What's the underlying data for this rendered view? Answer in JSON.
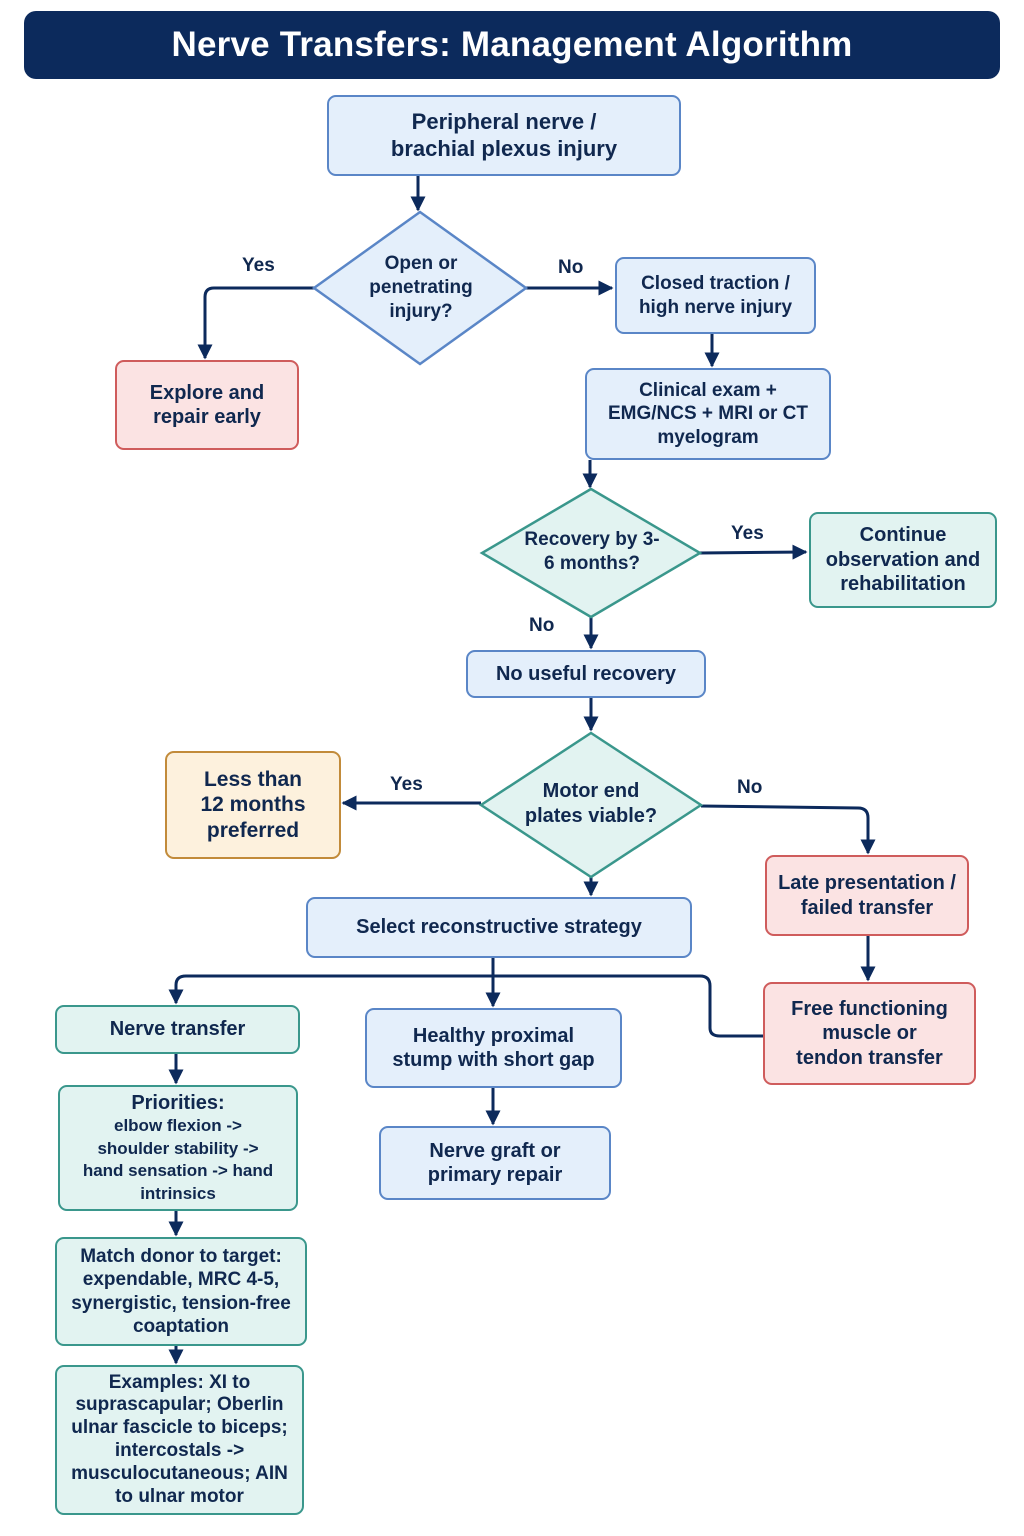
{
  "title": "Nerve Transfers: Management Algorithm",
  "nodes": {
    "start": "Peripheral nerve / brachial plexus injury",
    "open_q": "Open or penetrating injury?",
    "explore": "Explore and repair early",
    "closed": "Closed traction / high nerve injury",
    "exam": "Clinical exam + EMG/NCS + MRI or CT myelogram",
    "recovery_q": "Recovery by 3-6 months?",
    "continue": "Continue observation and rehabilitation",
    "no_recovery": "No useful recovery",
    "motor_q": "Motor end plates viable?",
    "less_than": "Less than 12 months preferred",
    "late": "Late presentation / failed transfer",
    "select": "Select reconstructive strategy",
    "free": "Free functioning muscle or tendon transfer",
    "nerve_transfer": "Nerve transfer",
    "healthy": "Healthy proximal stump with short gap",
    "graft": "Nerve graft or primary repair",
    "priorities_title": "Priorities:",
    "priorities_body": "elbow flexion -> shoulder stability -> hand sensation -> hand intrinsics",
    "match": "Match donor to target: expendable, MRC 4-5, synergistic, tension-free coaptation",
    "examples": "Examples: XI to suprascapular; Oberlin ulnar fascicle to biceps; intercostals -> musculocutaneous; AIN to ulnar motor"
  },
  "labels": {
    "yes": "Yes",
    "no": "No"
  },
  "colors": {
    "title_bar": "#0c2a5c",
    "arrow": "#0c2a5c",
    "blue_fill": "#e4effb",
    "red_fill": "#fbe3e3",
    "teal_fill": "#e2f3f1",
    "orange_fill": "#fdf1dd"
  }
}
